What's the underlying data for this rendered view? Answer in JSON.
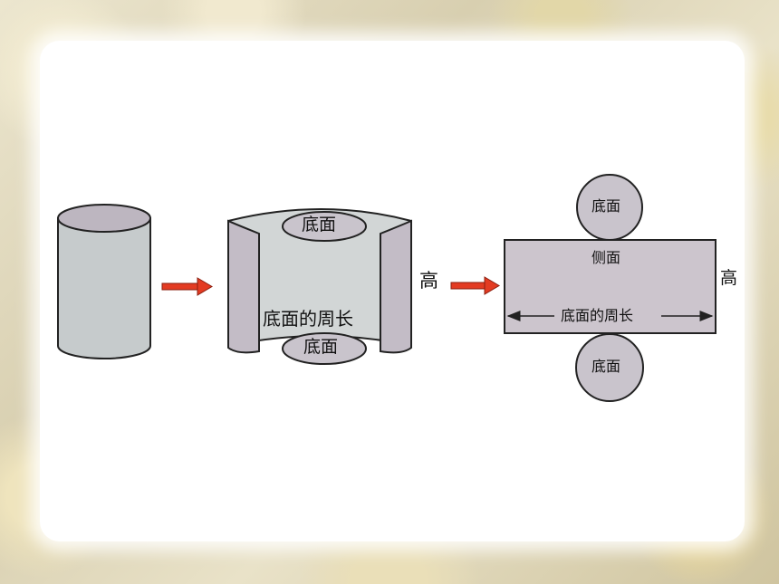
{
  "colors": {
    "panel_bg": "#ffffff",
    "shape_fill": "#c9c4cc",
    "shape_fill_light": "#d2d6d6",
    "shape_stroke": "#222222",
    "arrow_red": "#e33b22"
  },
  "figure2": {
    "top_base_label": "底面",
    "bottom_base_label": "底面",
    "perimeter_label": "底面的周长",
    "height_label": "高"
  },
  "figure3": {
    "top_circle_label": "底面",
    "side_label": "侧面",
    "perimeter_label": "底面的周长",
    "bottom_circle_label": "底面",
    "height_label": "高"
  }
}
